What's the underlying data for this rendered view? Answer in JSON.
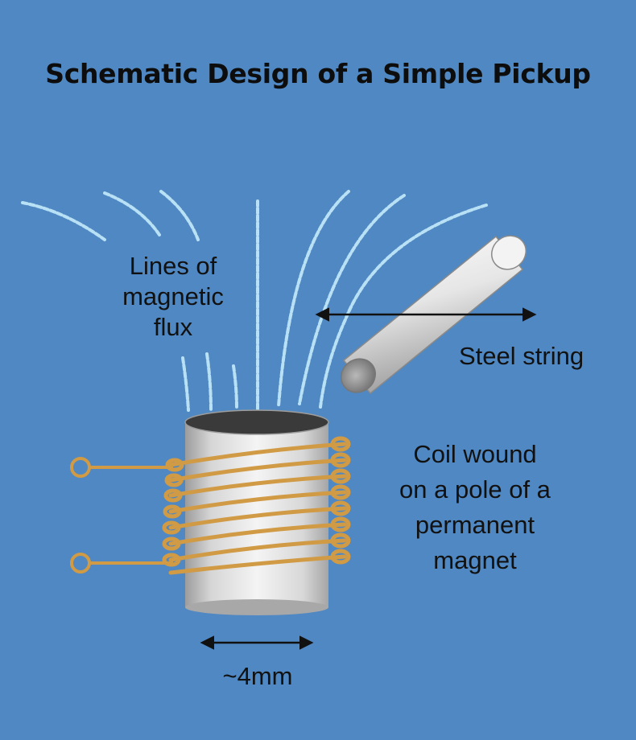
{
  "title": "Schematic Design of a Simple Pickup",
  "labels": {
    "flux": [
      "Lines of",
      "magnetic",
      "flux"
    ],
    "string": "Steel string",
    "coil": [
      "Coil wound",
      "on a pole of a",
      "permanent",
      "magnet"
    ],
    "size": "~4mm"
  },
  "colors": {
    "background": "#4f88c2",
    "flux_lines": "#bfe6f8",
    "coil_wire": "#d19a45",
    "magnet": "#e4e4e4",
    "string": "#f2f2f2",
    "text": "#111111"
  }
}
